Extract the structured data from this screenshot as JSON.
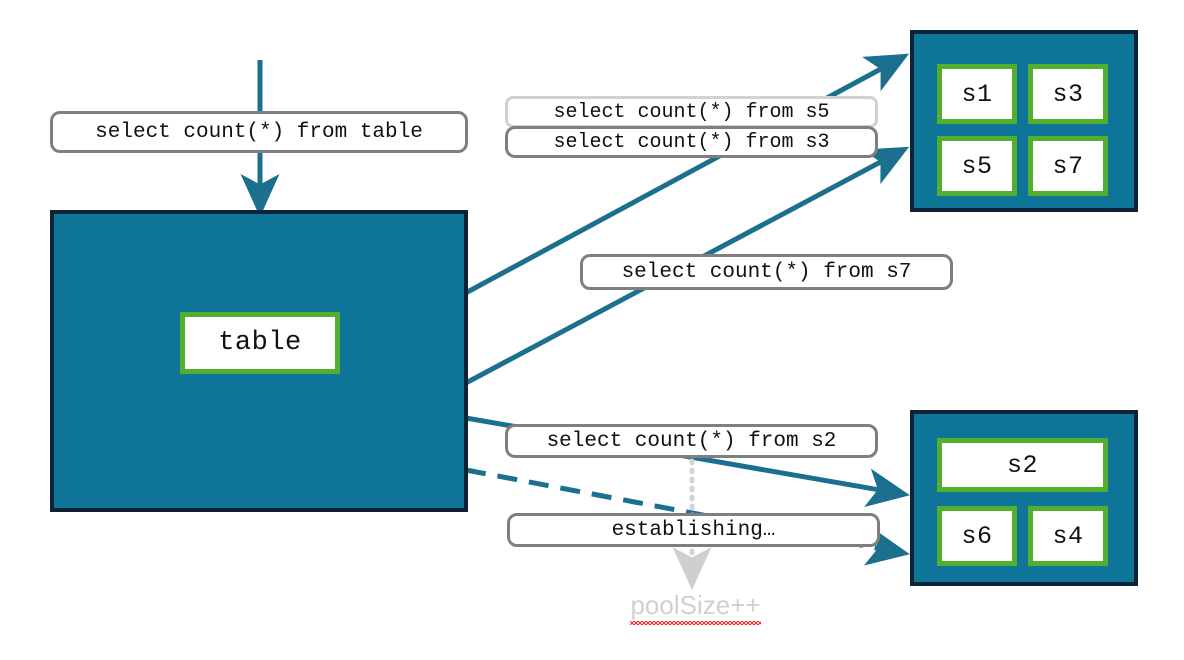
{
  "diagram": {
    "title": "connection pool query routing diagram",
    "colors": {
      "pool_fill": "#0e7498",
      "pool_border": "#0d2234",
      "node_border": "#52ae2f",
      "node_fill": "#ffffff",
      "arrow": "#1b6f8f",
      "label_border": "#7f7f7f",
      "label_border_muted": "#d2d2d2",
      "annotation_text": "#d0d0d0",
      "spellcheck_underline": "#ff2a2a"
    }
  },
  "labels": {
    "incoming_query": "select count(*) from table",
    "query_s5": "select count(*) from s5",
    "query_s3": "select count(*) from s3",
    "query_s7": "select count(*) from s7",
    "query_s2": "select count(*) from s2",
    "establishing": "establishing…",
    "poolsize": "poolSize++"
  },
  "main_pool": {
    "name": "table-pool",
    "nodes": [
      {
        "id": "table",
        "label": "table"
      }
    ]
  },
  "pools": [
    {
      "name": "pool-top",
      "nodes": [
        {
          "id": "s1",
          "label": "s1"
        },
        {
          "id": "s3",
          "label": "s3"
        },
        {
          "id": "s5",
          "label": "s5"
        },
        {
          "id": "s7",
          "label": "s7"
        }
      ]
    },
    {
      "name": "pool-bottom",
      "nodes": [
        {
          "id": "s2",
          "label": "s2"
        },
        {
          "id": "s6",
          "label": "s6"
        },
        {
          "id": "s4",
          "label": "s4"
        }
      ]
    }
  ],
  "connectors": [
    {
      "id": "incoming",
      "style": "solid",
      "from": "top",
      "to": "table-pool"
    },
    {
      "id": "to-s5",
      "style": "solid",
      "from": "table-pool",
      "to": "pool-top"
    },
    {
      "id": "to-s3",
      "style": "solid",
      "from": "table-pool",
      "to": "pool-top"
    },
    {
      "id": "to-s2",
      "style": "solid",
      "from": "table-pool",
      "to": "pool-bottom"
    },
    {
      "id": "establishing",
      "style": "dashed",
      "from": "table-pool",
      "to": "pool-bottom"
    },
    {
      "id": "poolsize",
      "style": "dotted",
      "from": "establishing",
      "to": "poolSize++"
    }
  ]
}
